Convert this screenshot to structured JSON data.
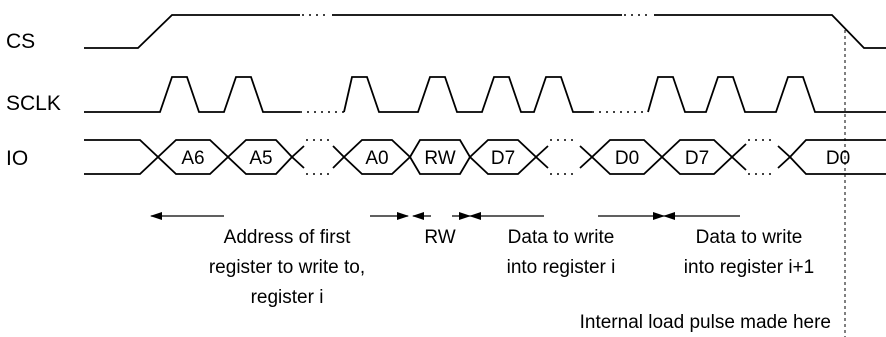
{
  "signals": {
    "cs": "CS",
    "sclk": "SCLK",
    "io": "IO"
  },
  "io_bus": {
    "a6": "A6",
    "a5": "A5",
    "a0": "A0",
    "rw": "RW",
    "d7_first": "D7",
    "d0_first": "D0",
    "d7_second": "D7",
    "d0_second": "D0"
  },
  "annotations": {
    "address_line1": "Address of first",
    "address_line2": "register to write to,",
    "address_line3": "register i",
    "rw": "RW",
    "data_i_line1": "Data to write",
    "data_i_line2": "into register i",
    "data_i1_line1": "Data to write",
    "data_i1_line2": "into register i+1",
    "load_pulse": "Internal load pulse made here"
  }
}
